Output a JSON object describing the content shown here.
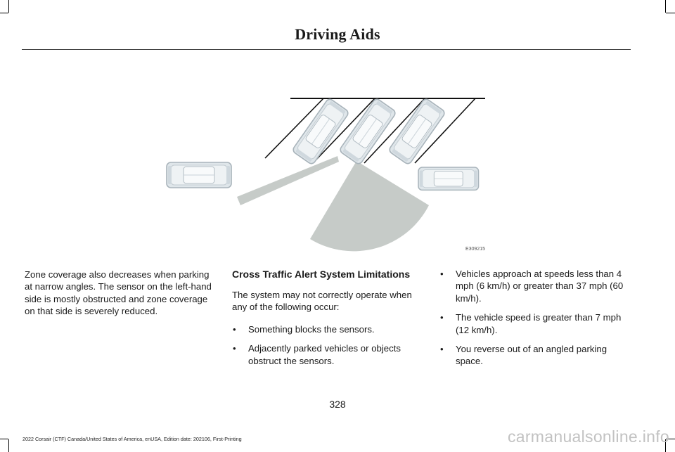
{
  "header": {
    "title": "Driving Aids"
  },
  "columns": {
    "left_paragraph": "Zone coverage also decreases when parking at narrow angles. The sensor on the left-hand side is mostly obstructed and zone coverage on that side is severely reduced.",
    "middle": {
      "heading": "Cross Traffic Alert System Limitations",
      "intro": "The system may not correctly operate when any of the following occur:",
      "bullets": [
        "Something blocks the sensors.",
        "Adjacently parked vehicles or objects obstruct the sensors."
      ]
    },
    "right": {
      "bullets": [
        "Vehicles approach at speeds less than 4 mph (6 km/h) or greater than 37 mph (60 km/h).",
        "The vehicle speed is greater than 7 mph (12 km/h).",
        "You reverse out of an angled parking space."
      ]
    }
  },
  "page_number": "328",
  "footer": {
    "text": "2022 Corsair (CTF) Canada/United States of America, enUSA, Edition date: 202106, First-Printing"
  },
  "watermark": {
    "text": "carmanualsonline.info"
  },
  "figure": {
    "id_text": "E309215"
  },
  "colors": {
    "zone_fill": "#c6cbc8",
    "car_fill": "#dfe6ea",
    "text": "#1a1a1a"
  }
}
